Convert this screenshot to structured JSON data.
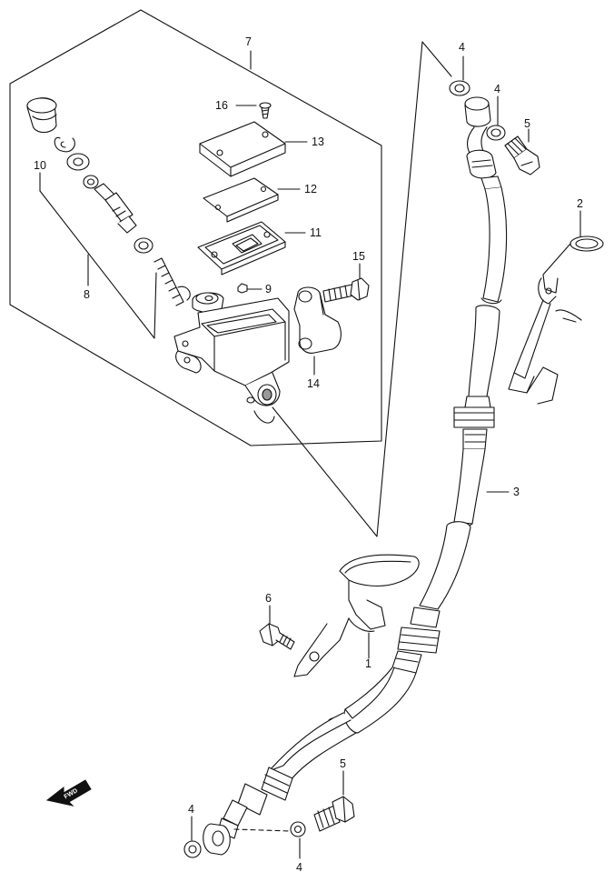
{
  "diagram": {
    "colors": {
      "line": "#111111",
      "paper": "#ffffff",
      "shade": "#dcdcdc"
    },
    "callouts": {
      "c1": "1",
      "c2": "2",
      "c3": "3",
      "c4a": "4",
      "c4b": "4",
      "c4c": "4",
      "c4d": "4",
      "c5a": "5",
      "c5b": "5",
      "c6": "6",
      "c7": "7",
      "c8": "8",
      "c9": "9",
      "c10": "10",
      "c11": "11",
      "c12": "12",
      "c13": "13",
      "c14": "14",
      "c15": "15",
      "c16": "16"
    },
    "fwd_label": "FWD"
  }
}
